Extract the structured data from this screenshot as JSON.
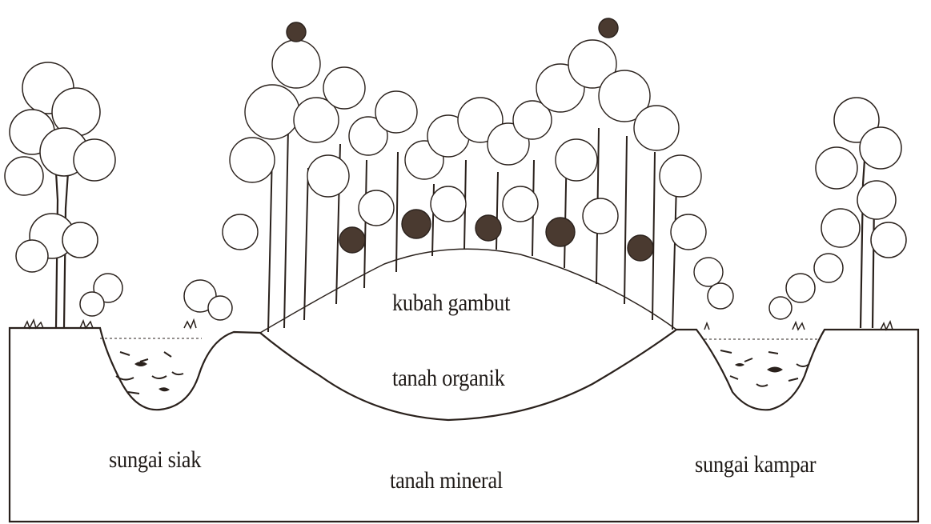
{
  "labels": {
    "peat_dome": "kubah gambut",
    "organic_soil": "tanah organik",
    "mineral_soil": "tanah mineral",
    "river_left": "sungai siak",
    "river_right": "sungai kampar"
  },
  "colors": {
    "ink": "#2a211c",
    "background": "#ffffff",
    "foliage": "#4a3a30"
  }
}
